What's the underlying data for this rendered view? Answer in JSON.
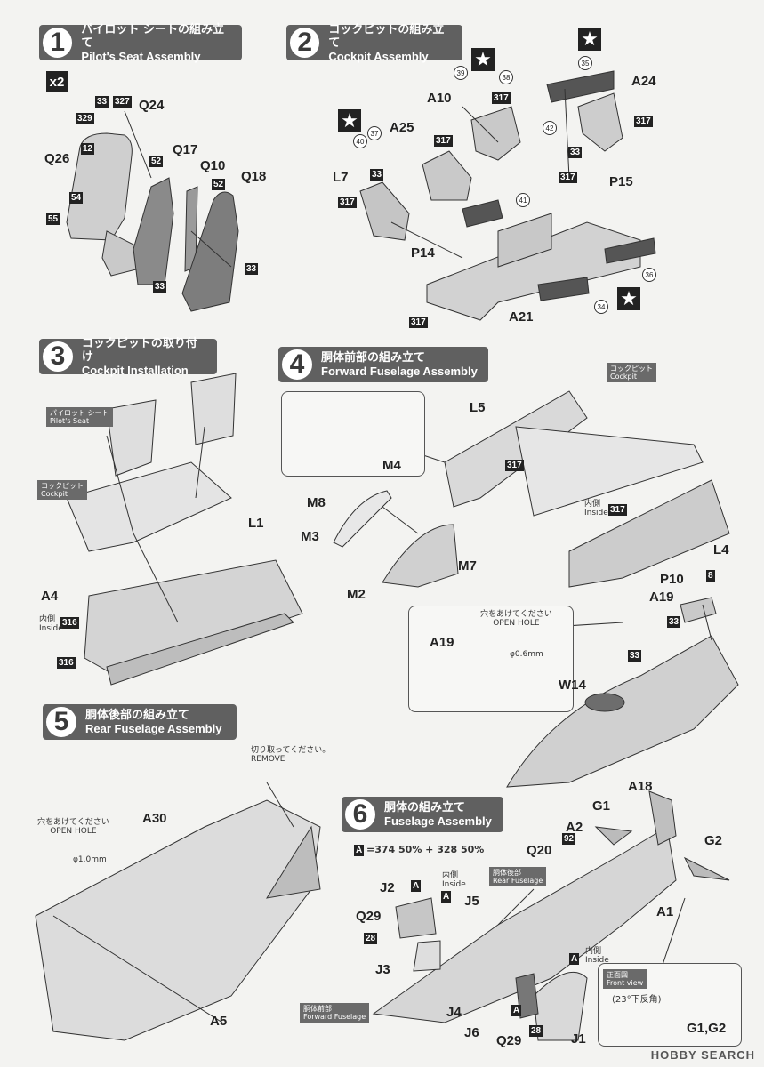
{
  "steps": [
    {
      "num": "1",
      "jp": "パイロット シートの組み立て",
      "en": "Pilot's Seat Assembly"
    },
    {
      "num": "2",
      "jp": "コックピットの組み立て",
      "en": "Cockpit Assembly"
    },
    {
      "num": "3",
      "jp": "コックピットの取り付け",
      "en": "Cockpit Installation"
    },
    {
      "num": "4",
      "jp": "胴体前部の組み立て",
      "en": "Forward Fuselage Assembly"
    },
    {
      "num": "5",
      "jp": "胴体後部の組み立て",
      "en": "Rear Fuselage Assembly"
    },
    {
      "num": "6",
      "jp": "胴体の組み立て",
      "en": "Fuselage Assembly"
    }
  ],
  "multiplier": "x2",
  "parts": {
    "q24": "Q24",
    "q26": "Q26",
    "q17": "Q17",
    "q10": "Q10",
    "q18": "Q18",
    "a10": "A10",
    "a25": "A25",
    "a24": "A24",
    "l7": "L7",
    "p15": "P15",
    "p14": "P14",
    "a21": "A21",
    "l1": "L1",
    "a4": "A4",
    "l5": "L5",
    "m4": "M4",
    "m8": "M8",
    "m3": "M3",
    "m7": "M7",
    "m2": "M2",
    "l4": "L4",
    "p10": "P10",
    "a19": "A19",
    "a19b": "A19",
    "w14": "W14",
    "a30": "A30",
    "a5": "A5",
    "a18": "A18",
    "g1": "G1",
    "a2": "A2",
    "g2": "G2",
    "q20": "Q20",
    "a1": "A1",
    "j2": "J2",
    "j5": "J5",
    "q29": "Q29",
    "j3": "J3",
    "j4": "J4",
    "j6": "J6",
    "q29b": "Q29",
    "j1": "J1",
    "g1g2": "G1,G2"
  },
  "colors": {
    "c33": "33",
    "c327": "327",
    "c329": "329",
    "c12": "12",
    "c52": "52",
    "c52b": "52",
    "c54": "54",
    "c55": "55",
    "c33b": "33",
    "c33c": "33",
    "c317a": "317",
    "c317b": "317",
    "c317c": "317",
    "c317d": "317",
    "c317e": "317",
    "c317f": "317",
    "c33d": "33",
    "c33e": "33",
    "c316a": "316",
    "c316b": "316",
    "c317g": "317",
    "c317h": "317",
    "c8": "8",
    "c33f": "33",
    "c33g": "33",
    "c92": "92",
    "c28a": "28",
    "c28b": "28",
    "mixA": "A",
    "A1": "A",
    "A2": "A",
    "A3": "A",
    "A4": "A"
  },
  "decals": {
    "d39": "39",
    "d38": "38",
    "d35": "35",
    "d37": "37",
    "d40": "40",
    "d42": "42",
    "d41": "41",
    "d36": "36",
    "d34": "34"
  },
  "tags": {
    "pilotSeat": "パイロット シート\nPilot's Seat",
    "cockpit3": "コックピット\nCockpit",
    "cockpit4": "コックピット\nCockpit",
    "rearFus": "胴体後部\nRear Fuselage",
    "fwdFus": "胴体前部\nForward Fuselage",
    "frontView": "正面図\nFront view"
  },
  "notes": {
    "inside3": "内側\nInside",
    "inside4": "内側\nInside",
    "inside6a": "内側\nInside",
    "inside6b": "内側\nInside",
    "openHole4": "穴をあけてください\nOPEN HOLE",
    "hole06": "φ0.6mm",
    "cutOff": "切り取ってください。\nREMOVE",
    "openHole5": "穴をあけてください\nOPEN HOLE",
    "hole10": "φ1.0mm",
    "mix": "=374 50% + 328 50%",
    "anhedral": "(23°下反角)"
  },
  "footer": "HOBBY SEARCH"
}
